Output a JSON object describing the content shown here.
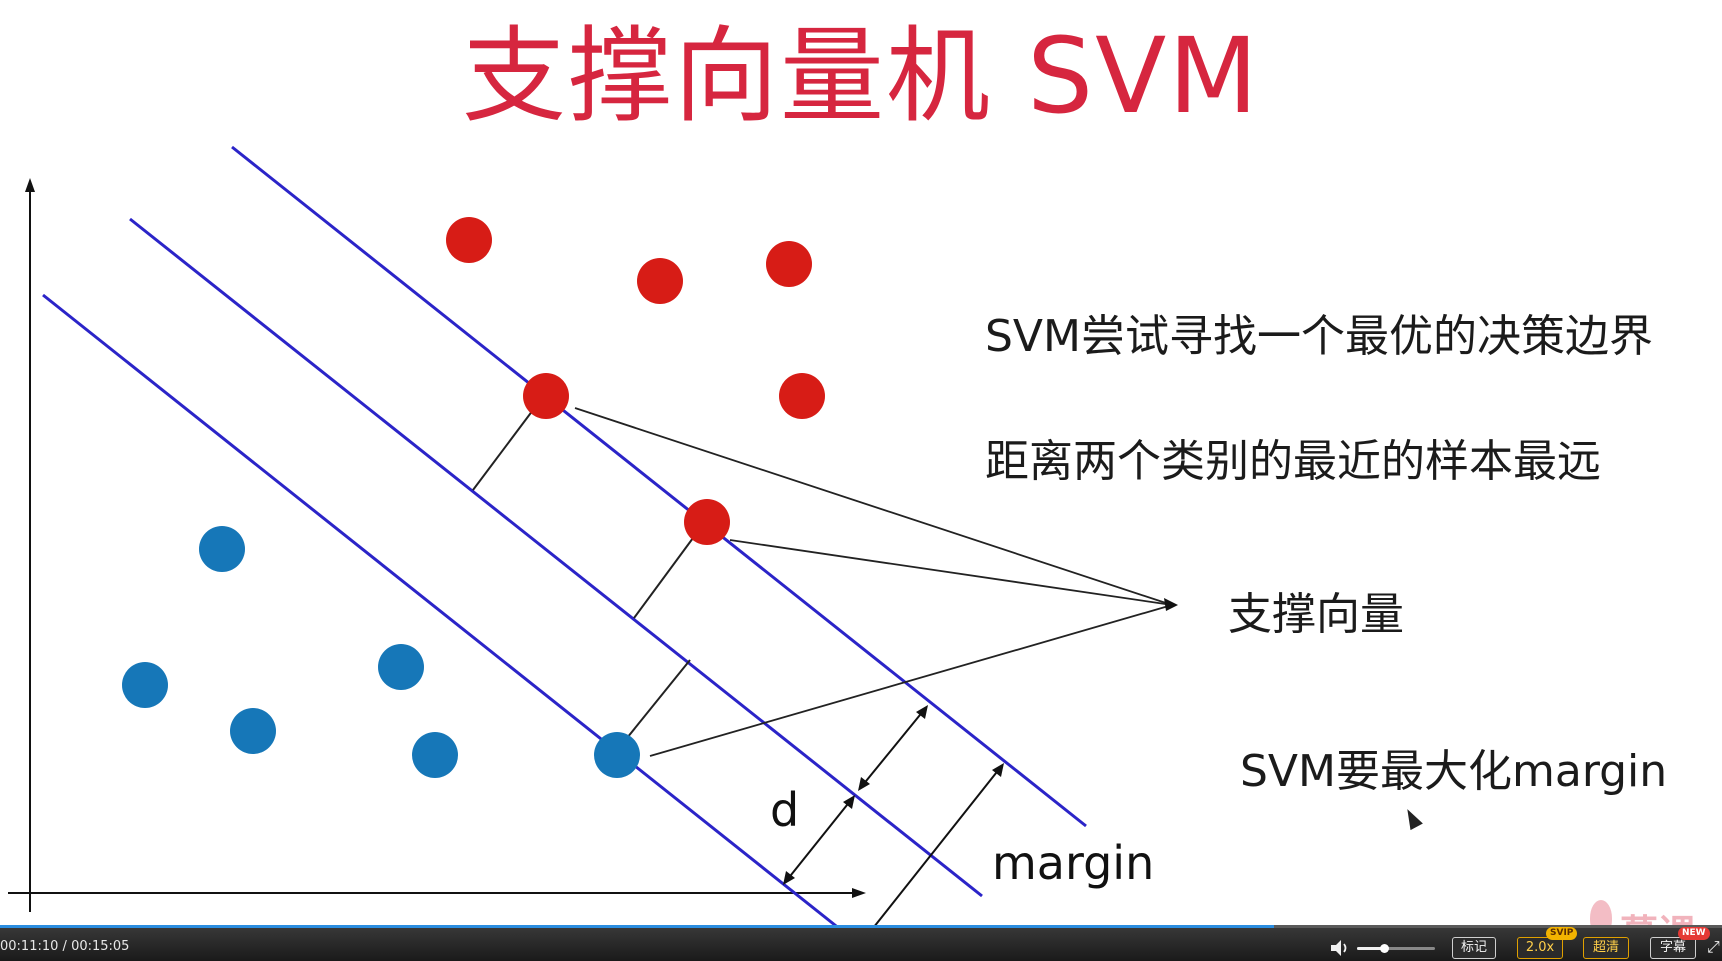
{
  "slide": {
    "title": "支撑向量机 SVM",
    "notes": [
      "SVM尝试寻找一个最优的决策边界",
      "距离两个类别的最近的样本最远",
      "支撑向量",
      "SVM要最大化margin"
    ],
    "diagram_labels": {
      "d": "d",
      "margin": "margin"
    },
    "colors": {
      "title": "#d6263f",
      "class_red": "#d71c16",
      "class_blue": "#1677b8",
      "boundary_lines": "#2b24c8"
    }
  },
  "player": {
    "current_time": "00:11:10",
    "total_time": "00:15:05",
    "time_separator": "/",
    "progress_fraction": 0.74,
    "volume_fraction": 0.35,
    "mark_label": "标记",
    "speed_label": "2.0x",
    "quality_label": "超清",
    "subtitle_label": "字幕",
    "svip_badge": "SVIP",
    "new_badge": "NEW",
    "volume_icon": "speaker-icon",
    "fullscreen_icon": "fullscreen-icon"
  },
  "watermark": {
    "text": "慕课",
    "logo_icon": "flame-icon"
  }
}
